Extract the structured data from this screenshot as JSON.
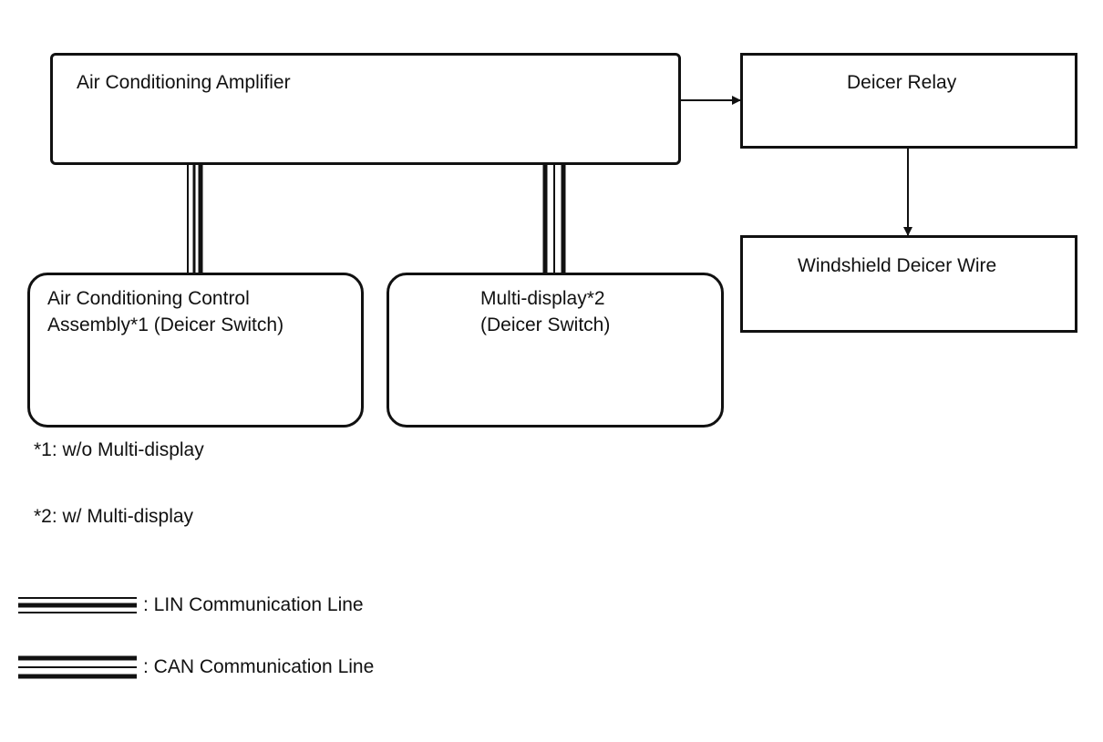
{
  "amplifier": {
    "label": "Air Conditioning Amplifier"
  },
  "deicer_relay": {
    "label": "Deicer Relay"
  },
  "windshield_wire": {
    "label": "Windshield Deicer Wire"
  },
  "control_assembly": {
    "line1": "Air Conditioning Control",
    "line2": "Assembly*1 (Deicer Switch)"
  },
  "multi_display": {
    "line1": "Multi-display*2",
    "line2": "(Deicer Switch)"
  },
  "footnotes": {
    "note1": "*1: w/o Multi-display",
    "note2": "*2: w/ Multi-display"
  },
  "legend": {
    "lin": ": LIN Communication Line",
    "can": ": CAN Communication Line"
  }
}
